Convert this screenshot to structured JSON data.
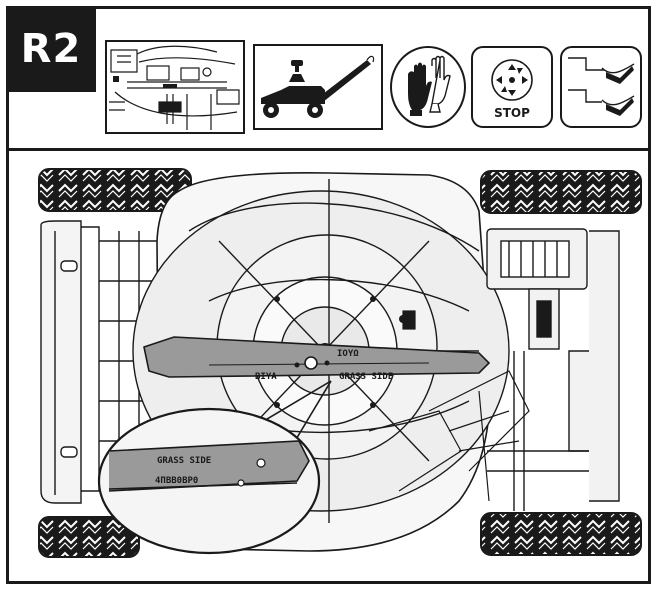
{
  "header": {
    "step_label": "R2",
    "stop_label": "STOP"
  },
  "blade_markings": {
    "zoom_upper": "GRASS SIDE",
    "zoom_lower": "4ПВВ0ВР0",
    "blade_center": "ΙΟΥΩ",
    "blade_left": "ΒΙΥΑ",
    "blade_right": "GRASS SIDE"
  },
  "icons": [
    "lower-housing-detail-icon",
    "lawnmower-icon",
    "gloves-icon",
    "blade-stop-icon",
    "hand-pinch-warning-icon"
  ]
}
